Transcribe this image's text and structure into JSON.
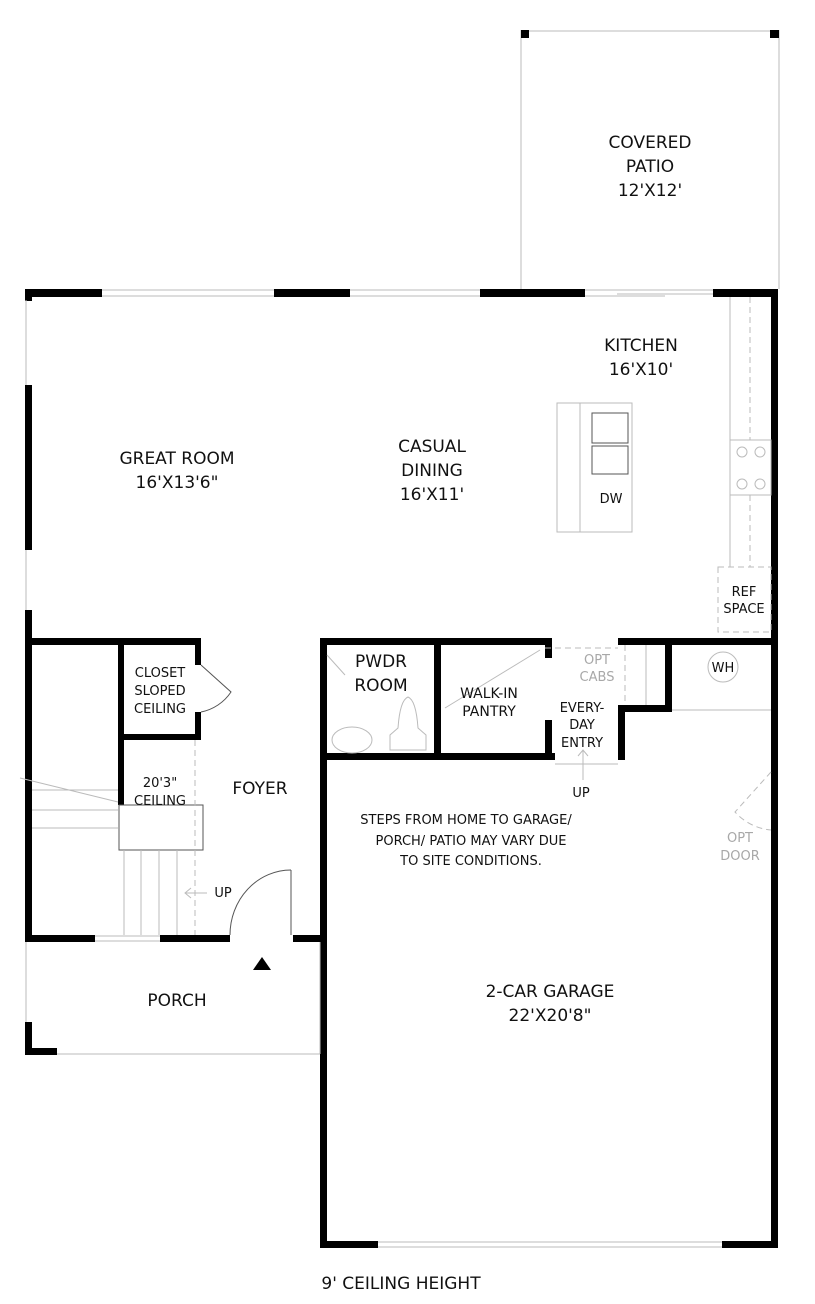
{
  "rooms": {
    "patio": {
      "name": "COVERED",
      "name2": "PATIO",
      "size": "12'X12'"
    },
    "kitchen": {
      "name": "KITCHEN",
      "size": "16'X10'"
    },
    "great_room": {
      "name": "GREAT ROOM",
      "size": "16'X13'6\""
    },
    "dining": {
      "name": "CASUAL",
      "name2": "DINING",
      "size": "16'X11'"
    },
    "dishwasher": "DW",
    "ref": {
      "line1": "REF",
      "line2": "SPACE"
    },
    "closet": {
      "line1": "CLOSET",
      "line2": "SLOPED",
      "line3": "CEILING"
    },
    "ceiling": {
      "line1": "20'3\"",
      "line2": "CEILING"
    },
    "foyer": "FOYER",
    "pwdr": {
      "line1": "PWDR",
      "line2": "ROOM"
    },
    "pantry": {
      "line1": "WALK-IN",
      "line2": "PANTRY"
    },
    "opt_cabs": {
      "line1": "OPT",
      "line2": "CABS"
    },
    "entry": {
      "line1": "EVERY-",
      "line2": "DAY",
      "line3": "ENTRY"
    },
    "wh": "WH",
    "up_garage": "UP",
    "up_foyer": "UP",
    "opt_door": {
      "line1": "OPT",
      "line2": "DOOR"
    },
    "porch": "PORCH",
    "garage": {
      "name": "2-CAR GARAGE",
      "size": "22'X20'8\""
    }
  },
  "note": {
    "line1": "STEPS FROM HOME TO GARAGE/",
    "line2": "PORCH/ PATIO MAY VARY DUE",
    "line3": "TO SITE CONDITIONS."
  },
  "footer": "9' CEILING HEIGHT"
}
